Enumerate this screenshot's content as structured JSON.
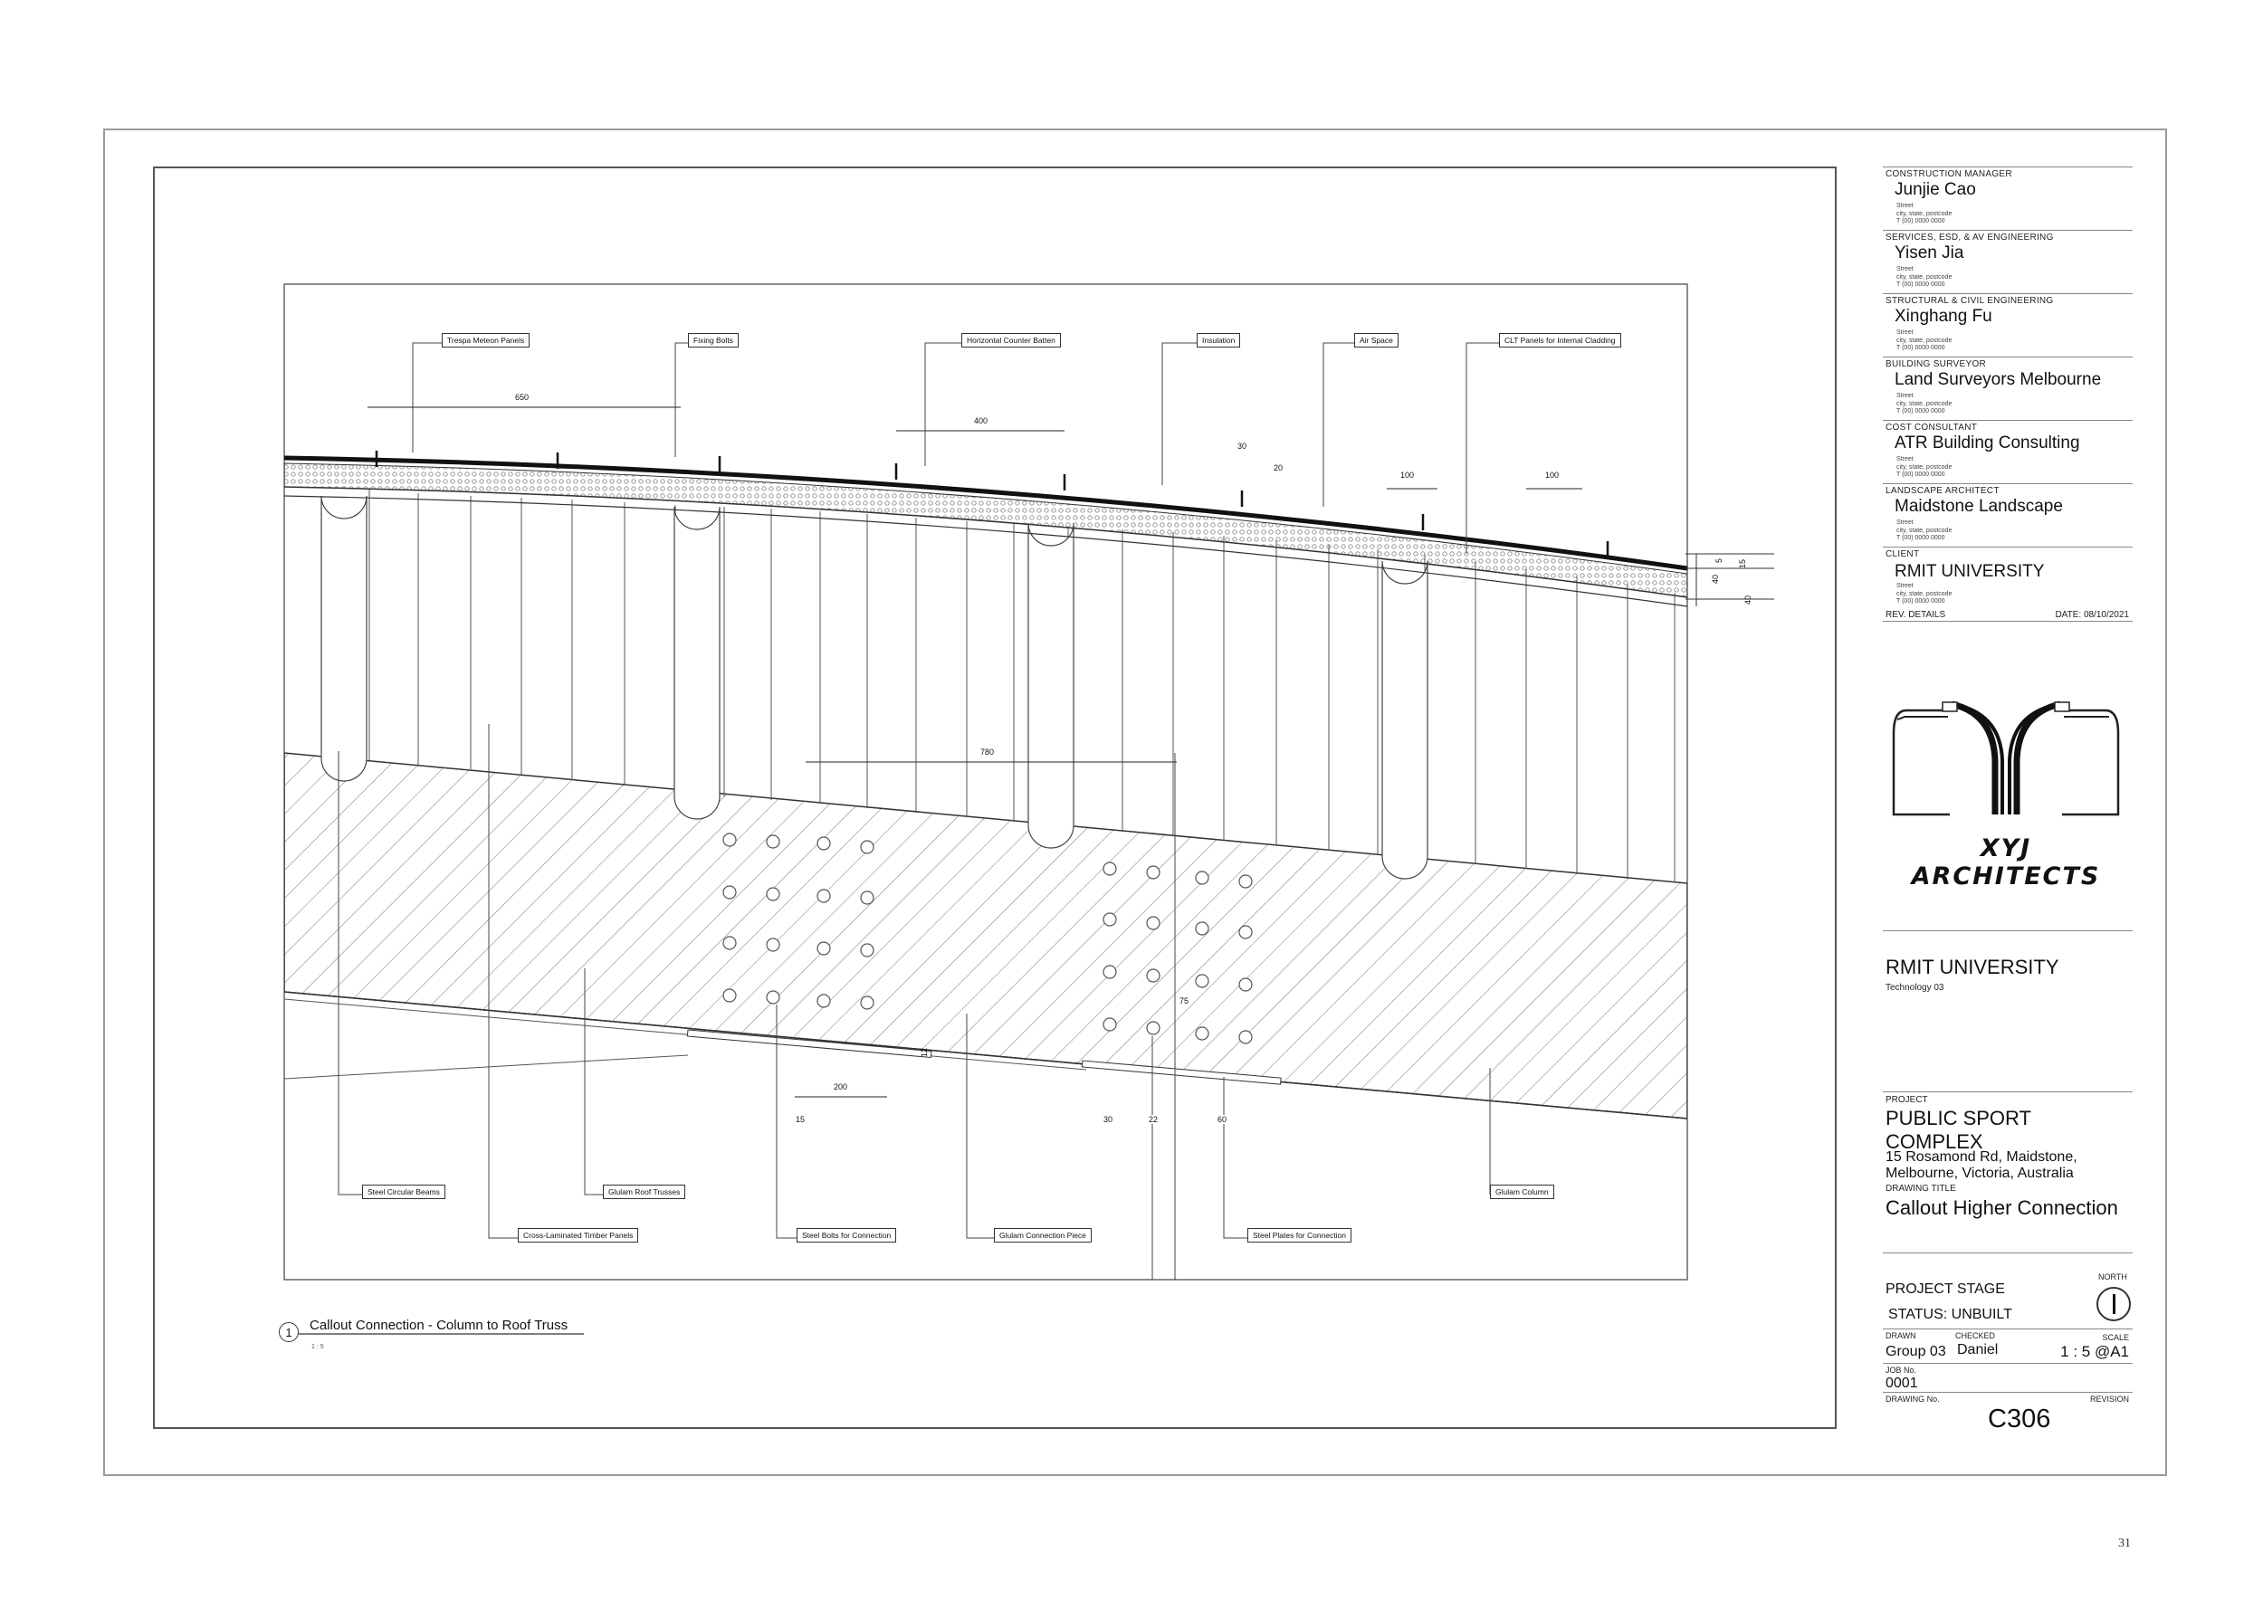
{
  "drawing": {
    "view_number": "1",
    "view_title": "Callout Connection - Column to Roof Truss",
    "view_scale": "1 : 5",
    "page_number": "31",
    "callouts_top": [
      "Trespa Meteon Panels",
      "Fixing Bolts",
      "Horizontal Counter Batten",
      "Insulation",
      "Air Space",
      "CLT Panels for Internal Cladding"
    ],
    "callouts_bottom": [
      "Steel Circular Beams",
      "Glulam Roof Trusses",
      "Glulam Column",
      "Cross-Laminated Timber Panels",
      "Steel Bolts for Connection",
      "Glulam Connection Piece",
      "Steel Plates for Connection"
    ],
    "dimensions": {
      "d650": "650",
      "d400": "400",
      "d30_top": "30",
      "d20": "20",
      "d100_a": "100",
      "d100_b": "100",
      "d15_right": "15",
      "d40_a": "40",
      "d40_b": "40",
      "d5": "5",
      "d780": "780",
      "d75": "75",
      "d12": "12",
      "d200": "200",
      "d15": "15",
      "d30": "30",
      "d22": "22",
      "d60": "60"
    }
  },
  "title_block": {
    "consultants": [
      {
        "role": "CONSTRUCTION MANAGER",
        "name": "Junjie Cao"
      },
      {
        "role": "SERVICES, ESD, & AV ENGINEERING",
        "name": "Yisen Jia"
      },
      {
        "role": "STRUCTURAL & CIVIL ENGINEERING",
        "name": "Xinghang Fu"
      },
      {
        "role": "BUILDING SURVEYOR",
        "name": "Land Surveyors Melbourne"
      },
      {
        "role": "COST CONSULTANT",
        "name": "ATR Building Consulting"
      },
      {
        "role": "LANDSCAPE ARCHITECT",
        "name": "Maidstone Landscape"
      },
      {
        "role": "CLIENT",
        "name": "RMIT UNIVERSITY"
      }
    ],
    "address_lines": [
      "Street",
      "city, state, postcode",
      "T (00) 0000 0000"
    ],
    "rev_details": "REV.  DETAILS",
    "date": "DATE: 08/10/2021",
    "firm": "XYJ ARCHITECTS",
    "client_name": "RMIT UNIVERSITY",
    "client_sub": "Technology 03",
    "project_label": "PROJECT",
    "project_name": "PUBLIC SPORT COMPLEX",
    "address1": "15 Rosamond Rd, Maidstone,",
    "address2": "Melbourne, Victoria, Australia",
    "drawing_title_label": "DRAWING TITLE",
    "drawing_title": "Callout Higher Connection",
    "project_stage": "PROJECT STAGE",
    "north": "NORTH",
    "status": "STATUS: UNBUILT",
    "drawn_label": "DRAWN",
    "checked_label": "CHECKED",
    "scale_label": "SCALE",
    "drawn": "Group 03",
    "checked": "Daniel",
    "scale": "1 : 5 @A1",
    "job_label": "JOB No.",
    "job_no": "0001",
    "drawing_no_label": "DRAWING No.",
    "revision_label": "REVISION",
    "drawing_no": "C306"
  }
}
